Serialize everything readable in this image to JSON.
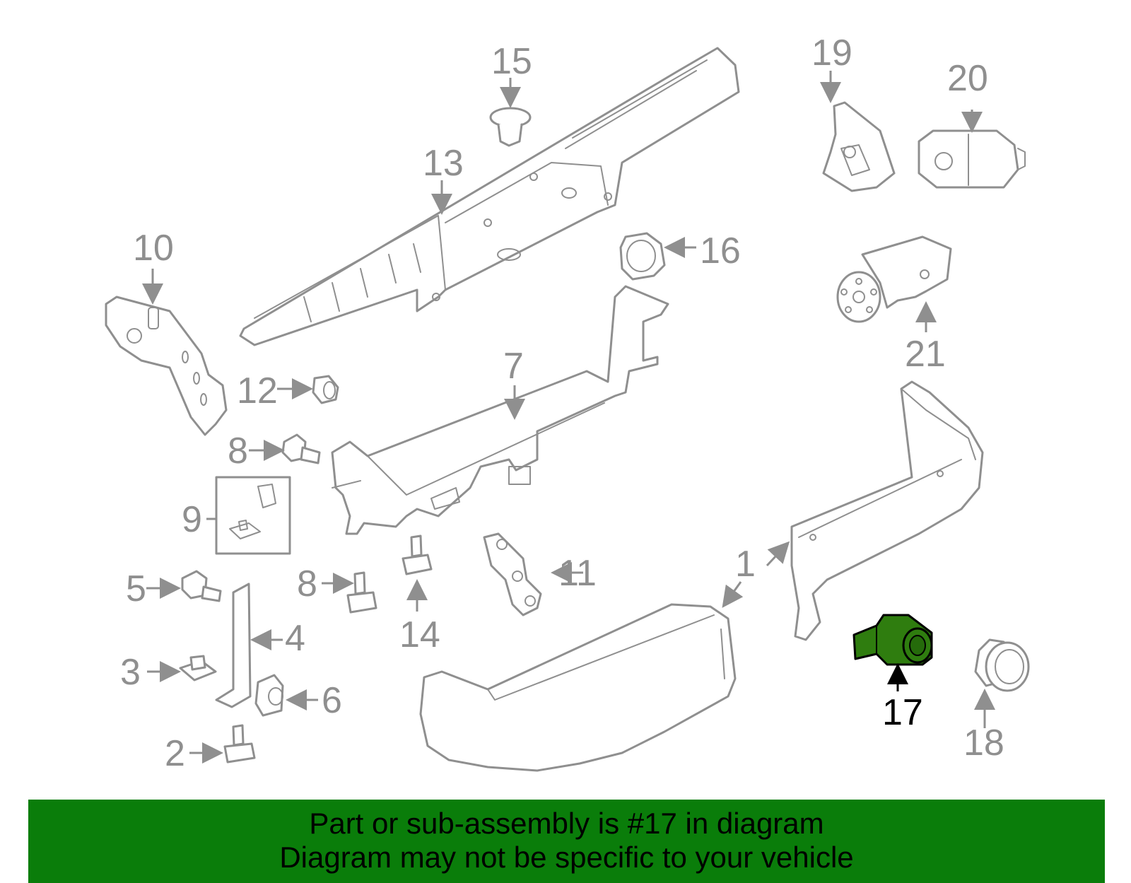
{
  "callouts": {
    "c1": "1",
    "c2": "2",
    "c3": "3",
    "c4": "4",
    "c5": "5",
    "c6": "6",
    "c7": "7",
    "c8a": "8",
    "c8b": "8",
    "c9": "9",
    "c10": "10",
    "c11": "11",
    "c12": "12",
    "c13": "13",
    "c14": "14",
    "c15": "15",
    "c16": "16",
    "c17": "17",
    "c18": "18",
    "c19": "19",
    "c20": "20",
    "c21": "21"
  },
  "highlight": {
    "part": "17",
    "color": "#2f7d0f"
  },
  "banner": {
    "line1": "Part or sub-assembly is #17 in diagram",
    "line2": "Diagram may not be specific to your vehicle",
    "background": "#0a7d0a"
  }
}
